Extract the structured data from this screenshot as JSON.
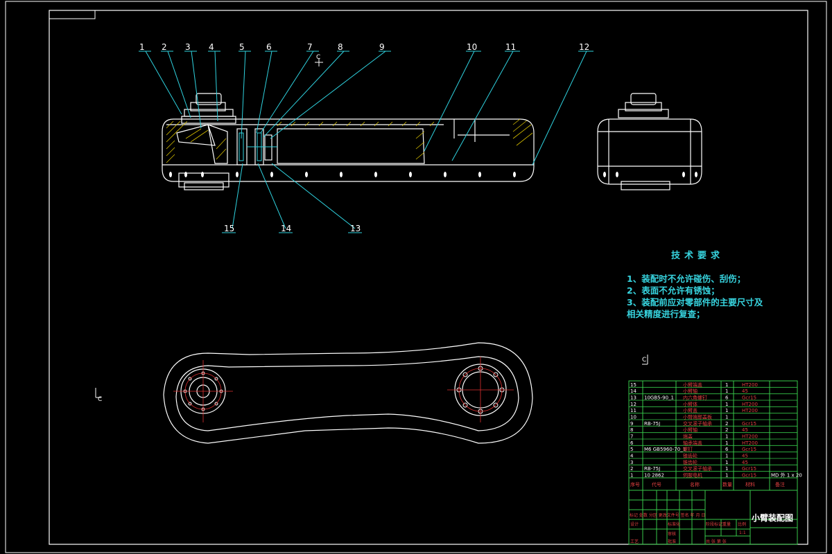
{
  "balloons": [
    "1",
    "2",
    "3",
    "4",
    "5",
    "6",
    "7",
    "8",
    "9",
    "10",
    "11",
    "12",
    "13",
    "14",
    "15"
  ],
  "section_marks": {
    "top": "C",
    "left": "C",
    "right": "C"
  },
  "tech_requirements": {
    "title": "技术要求",
    "lines": [
      "1、装配时不允许碰伤、刮伤；",
      "2、表面不允许有锈蚀；",
      "3、装配前应对零部件的主要尺寸及",
      "相关精度进行复查；"
    ]
  },
  "bom": {
    "rows": [
      {
        "no": "15",
        "code": "",
        "name": "小臂端盖",
        "qty": "1",
        "material": "HT200",
        "note": ""
      },
      {
        "no": "14",
        "code": "",
        "name": "小臂轴",
        "qty": "1",
        "material": "45",
        "note": ""
      },
      {
        "no": "13",
        "code": "10GB5-90_1",
        "name": "内六角螺钉",
        "qty": "6",
        "material": "Gcr15",
        "note": ""
      },
      {
        "no": "12",
        "code": "",
        "name": "小臂体",
        "qty": "1",
        "material": "HT200",
        "note": ""
      },
      {
        "no": "11",
        "code": "",
        "name": "小臂盖",
        "qty": "1",
        "material": "HT200",
        "note": ""
      },
      {
        "no": "10",
        "code": "",
        "name": "小臂端部盖板",
        "qty": "1",
        "material": "",
        "note": ""
      },
      {
        "no": "9",
        "code": "RB-75J",
        "name": "交叉滚子轴承",
        "qty": "2",
        "material": "Gcr15",
        "note": ""
      },
      {
        "no": "8",
        "code": "",
        "name": "小臂轴",
        "qty": "2",
        "material": "45",
        "note": ""
      },
      {
        "no": "7",
        "code": "",
        "name": "端盖",
        "qty": "1",
        "material": "HT200",
        "note": ""
      },
      {
        "no": "6",
        "code": "",
        "name": "轴承端盖",
        "qty": "1",
        "material": "HT200",
        "note": ""
      },
      {
        "no": "5",
        "code": "M6 GB5960-70_1",
        "name": "螺钉",
        "qty": "6",
        "material": "Gcr15",
        "note": ""
      },
      {
        "no": "4",
        "code": "",
        "name": "锥齿轮",
        "qty": "1",
        "material": "45",
        "note": ""
      },
      {
        "no": "3",
        "code": "",
        "name": "锥齿轮",
        "qty": "1",
        "material": "45",
        "note": ""
      },
      {
        "no": "2",
        "code": "RB-75J",
        "name": "交叉滚子轴承",
        "qty": "1",
        "material": "Gcr15",
        "note": ""
      },
      {
        "no": "1",
        "code": "10 2862",
        "name": "伺服电机",
        "qty": "1",
        "material": "Gcr15",
        "note": "MD 外 1 x 20"
      }
    ],
    "header": {
      "no": "序号",
      "code": "代号",
      "name": "名称",
      "qty": "数量",
      "material": "材料",
      "note": "备注"
    }
  },
  "title_block": {
    "drawing_title": "小臂装配图",
    "designer_label": "设计",
    "std_label": "标准化",
    "process_label": "工艺",
    "approve_label": "批准",
    "review_label": "审核",
    "stage_label": "阶段标记",
    "weight_label": "重量",
    "scale_label": "比例",
    "scale_value": "1:1",
    "sheets_label": "共 张 第 张",
    "mark_labels": "标记 处数 分区 更改文件号 签名 年 月 日"
  }
}
